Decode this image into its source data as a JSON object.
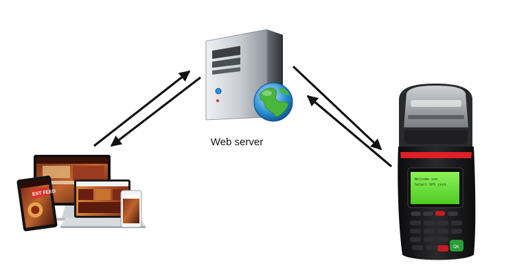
{
  "server": {
    "label": "Web server",
    "icon": "server-tower-icon",
    "badge_icon": "globe-icon"
  },
  "client": {
    "icon": "multi-device-icon",
    "banner_text": "EST FEED"
  },
  "terminal": {
    "icon": "pos-printer-terminal-icon",
    "screen_line_1": "Welcome use",
    "screen_line_2": "Select GPS card",
    "screen_color": "#6fe23a",
    "ok_key_label": "OK"
  },
  "colors": {
    "arrow": "#111111",
    "server_body": "#c8ccd1",
    "terminal_body": "#1c1c1e",
    "terminal_accent": "#e01f26"
  }
}
